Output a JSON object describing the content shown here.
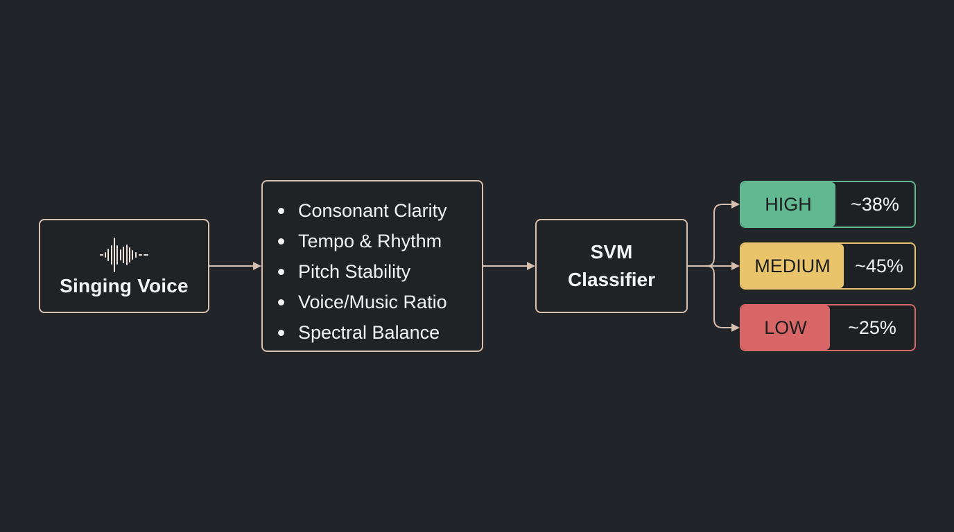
{
  "diagram": {
    "input": {
      "title": "Singing Voice",
      "icon": "waveform-icon"
    },
    "features": {
      "items": [
        "Consonant Clarity",
        "Tempo & Rhythm",
        "Pitch Stability",
        "Voice/Music Ratio",
        "Spectral Balance"
      ]
    },
    "classifier": {
      "line1": "SVM",
      "line2": "Classifier"
    },
    "outputs": [
      {
        "label": "HIGH",
        "percent": "~38%",
        "color": "#62b890"
      },
      {
        "label": "MEDIUM",
        "percent": "~45%",
        "color": "#eac46b"
      },
      {
        "label": "LOW",
        "percent": "~25%",
        "color": "#d86666"
      }
    ],
    "connector_color": "#d9bfae",
    "background_color": "#212428"
  }
}
